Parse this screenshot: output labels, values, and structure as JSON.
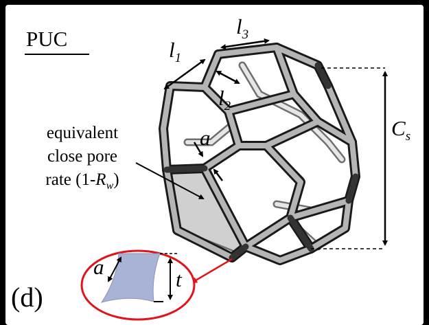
{
  "figure": {
    "panel_title": "PUC",
    "panel_letter": "(d)",
    "labels": {
      "l1": {
        "base": "l",
        "sub": "1"
      },
      "l2": {
        "base": "l",
        "sub": "2"
      },
      "l3": {
        "base": "l",
        "sub": "3"
      },
      "cs": {
        "base": "C",
        "sub": "s"
      },
      "a_strut": "a",
      "a_section": "a",
      "t_section": "t"
    },
    "pore_text": {
      "line1": "equivalent",
      "line2": "close pore",
      "line3_prefix": "rate (1-",
      "line3_var": "R",
      "line3_sub": "w",
      "line3_suffix": ")"
    }
  },
  "colors": {
    "background": "#000000",
    "panel": "#ffffff",
    "strut_light": "#b9b9b9",
    "strut_dark": "#3a3a3a",
    "strut_outline": "#111111",
    "callout_ellipse": "#e0141a",
    "section_fill": "#a9b3d6",
    "pore_face": "#c8c8c8"
  }
}
